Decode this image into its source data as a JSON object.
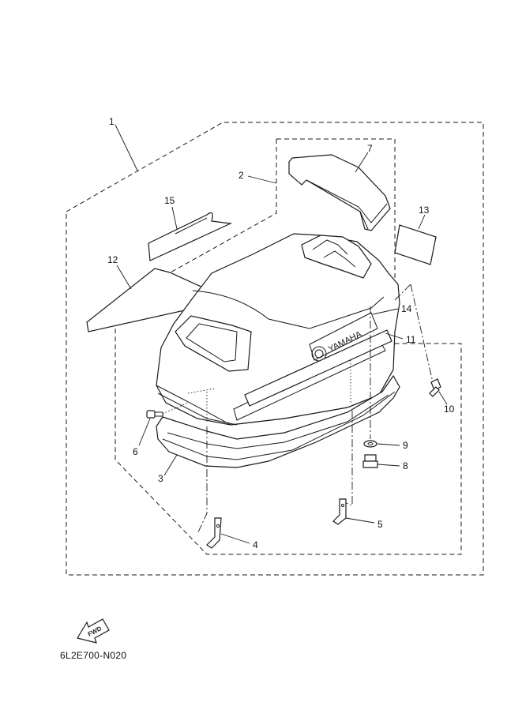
{
  "diagram": {
    "callouts": [
      {
        "id": "1",
        "label": "1"
      },
      {
        "id": "2",
        "label": "2"
      },
      {
        "id": "3",
        "label": "3"
      },
      {
        "id": "4",
        "label": "4"
      },
      {
        "id": "5",
        "label": "5"
      },
      {
        "id": "6",
        "label": "6"
      },
      {
        "id": "7",
        "label": "7"
      },
      {
        "id": "8",
        "label": "8"
      },
      {
        "id": "9",
        "label": "9"
      },
      {
        "id": "10",
        "label": "10"
      },
      {
        "id": "11",
        "label": "11"
      },
      {
        "id": "12",
        "label": "12"
      },
      {
        "id": "13",
        "label": "13"
      },
      {
        "id": "14",
        "label": "14"
      },
      {
        "id": "15",
        "label": "15"
      }
    ],
    "brand_text": "YAMAHA",
    "fwd_label": "FWD",
    "drawing_code": "6L2E700-N020"
  }
}
